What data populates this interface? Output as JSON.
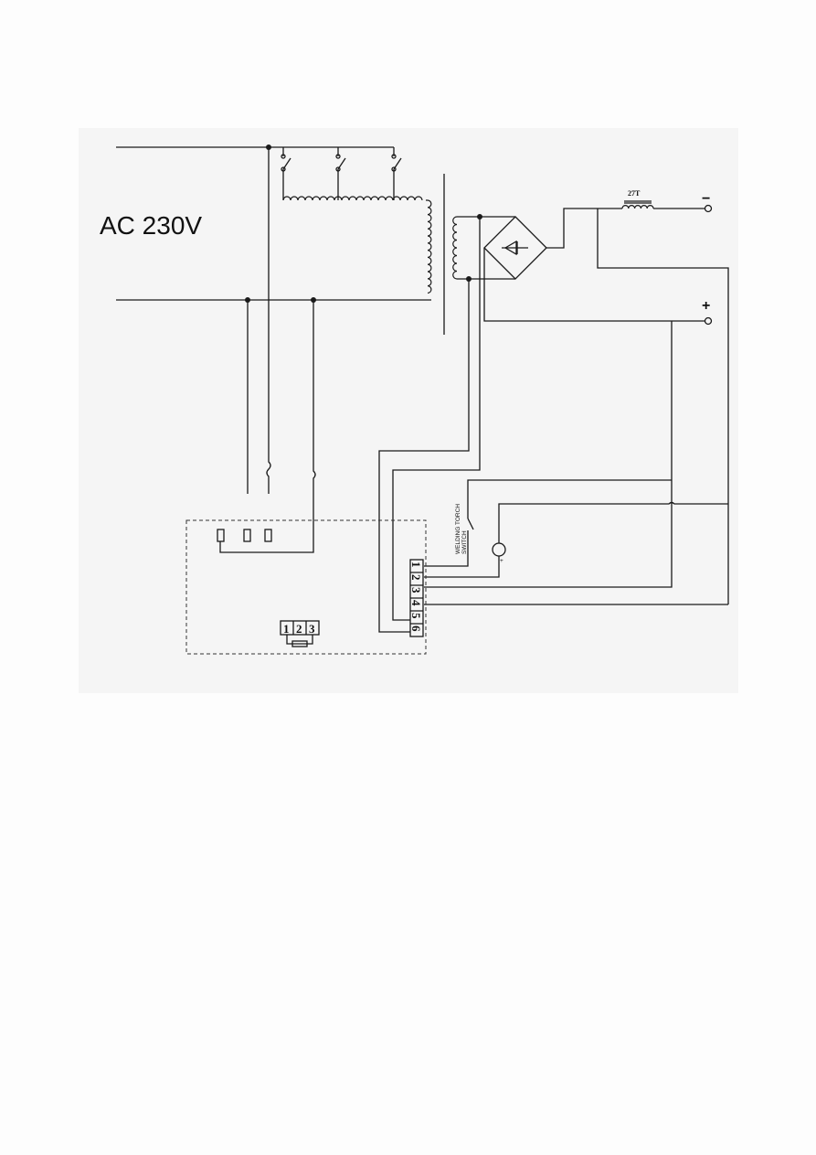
{
  "diagram": {
    "supply_label": "AC 230V",
    "choke_label": "27T",
    "negative_terminal": "−",
    "positive_terminal": "+",
    "torch_switch_line1": "WELDING TORCH",
    "torch_switch_line2": "SWITCH",
    "motor_minus": "−",
    "motor_plus": "+",
    "terminal_strip": [
      "1",
      "2",
      "3",
      "4",
      "5",
      "6"
    ],
    "potentiometer_pins": [
      "1",
      "2",
      "3"
    ]
  }
}
